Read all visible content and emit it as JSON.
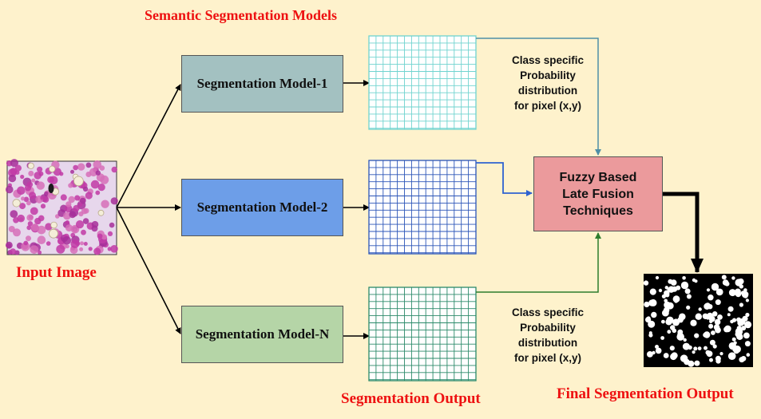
{
  "labels": {
    "models_title": "Semantic Segmentation Models",
    "input_image": "Input Image",
    "segmentation_output": "Segmentation Output",
    "final_output": "Final Segmentation Output"
  },
  "models": [
    {
      "label": "Segmentation Model-1",
      "fill": "#a3c1c1"
    },
    {
      "label": "Segmentation Model-2",
      "fill": "#6d9ee8"
    },
    {
      "label": "Segmentation Model-N",
      "fill": "#b5d5a7"
    }
  ],
  "grids": [
    {
      "color": "#6fd3cf"
    },
    {
      "color": "#2b55b8"
    },
    {
      "color": "#2b8a6a"
    }
  ],
  "probability_note": {
    "line1": "Class specific",
    "line2": "Probability",
    "line3": "distribution",
    "line4": "for pixel (x,y)"
  },
  "fusion": {
    "line1": "Fuzzy Based",
    "line2": "Late Fusion",
    "line3": "Techniques"
  },
  "colors": {
    "background": "#fef2cc",
    "title_text": "#ee1111",
    "connector_teal": "#4f8fa6",
    "connector_blue": "#2e62d0",
    "connector_green": "#2d7d2d"
  },
  "icons": {
    "input_image": "stained-blood-cell-micrograph",
    "final_output": "binary-cell-mask"
  }
}
